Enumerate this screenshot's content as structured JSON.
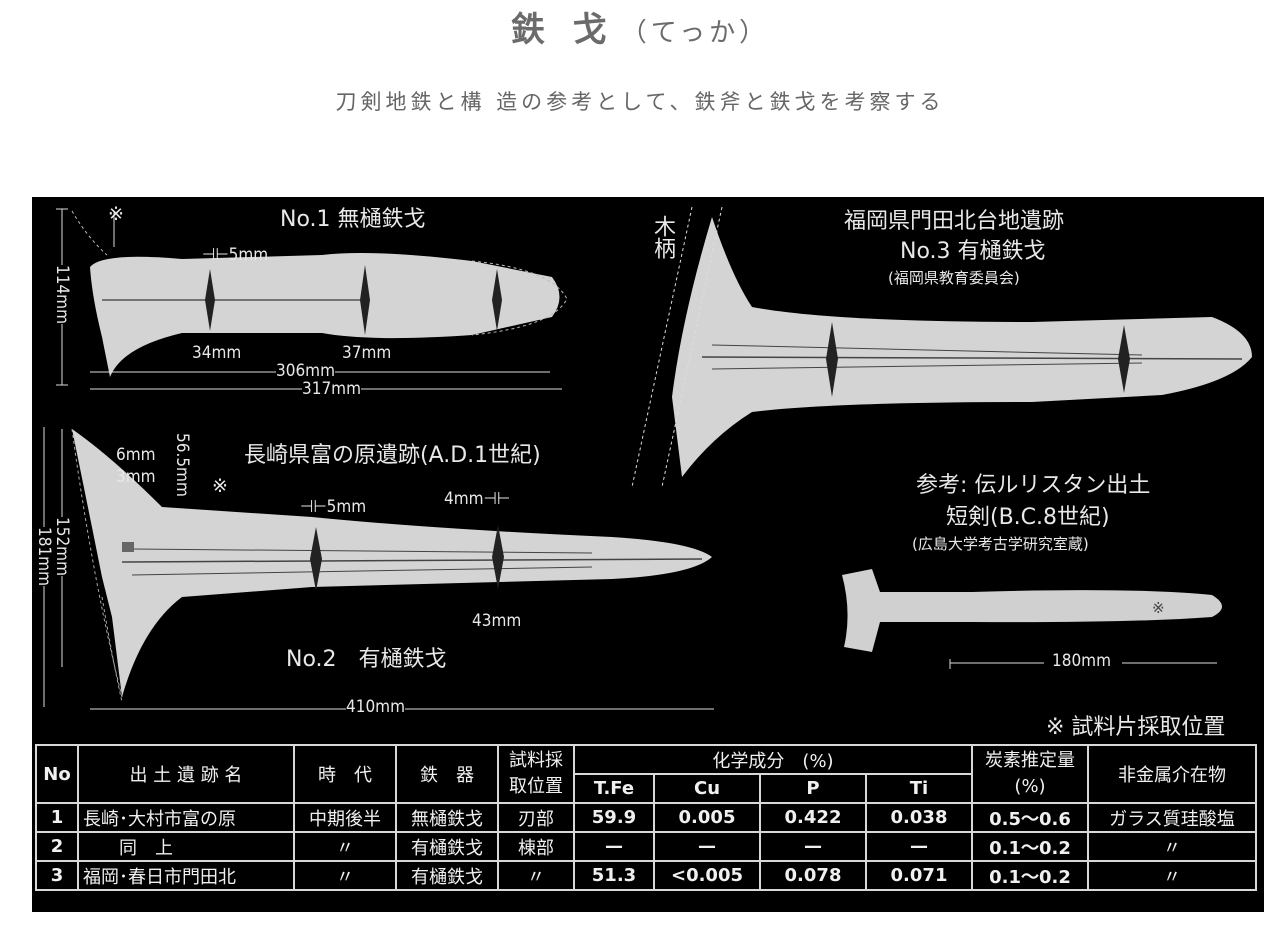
{
  "header": {
    "title": "鉄 戈",
    "title_kana": "（てっか）",
    "subtitle": "刀剣地鉄と構 造の参考として、鉄斧と鉄戈を考察する"
  },
  "figure": {
    "no1": {
      "title": "No.1 無樋鉄戈",
      "dim_thick": "⊣⊢5mm",
      "dim_w1": "34mm",
      "dim_w2": "37mm",
      "dim_len1": "306mm",
      "dim_len2": "317mm",
      "dim_h": "114mm",
      "mark": "※"
    },
    "no2": {
      "site": "長崎県富の原遺跡(A.D.1世紀)",
      "title": "No.2　有樋鉄戈",
      "dim_6": "6mm",
      "dim_3": "3mm",
      "dim_565": "56.5mm",
      "dim_thick": "⊣⊢5mm",
      "dim_4": "4mm⊣⊢",
      "dim_43": "43mm",
      "dim_410": "410mm",
      "dim_152": "152mm",
      "dim_181": "181mm",
      "mark": "※"
    },
    "no3": {
      "site": "福岡県門田北台地遺跡",
      "title": "No.3 有樋鉄戈",
      "source": "(福岡県教育委員会)",
      "handle_label": "木柄"
    },
    "ref": {
      "line1": "参考: 伝ルリスタン出土",
      "line2": "短剣(B.C.8世紀)",
      "line3": "(広島大学考古学研究室蔵)",
      "dim_180": "180mm",
      "mark": "※"
    },
    "legend": "※ 試料片採取位置"
  },
  "table": {
    "headers": {
      "no": "No",
      "site": "出 土 遺 跡 名",
      "era": "時　代",
      "tool": "鉄　器",
      "sample": "試料採取位置",
      "chem": "化学成分　(%)",
      "tfe": "T.Fe",
      "cu": "Cu",
      "p": "P",
      "ti": "Ti",
      "carbon": "炭素推定量(%)",
      "inclusion": "非金属介在物"
    },
    "rows": [
      {
        "no": "1",
        "site": "長崎･大村市富の原",
        "era": "中期後半",
        "tool": "無樋鉄戈",
        "sample": "刃部",
        "tfe": "59.9",
        "cu": "0.005",
        "p": "0.422",
        "ti": "0.038",
        "carbon": "0.5〜0.6",
        "inclusion": "ガラス質珪酸塩"
      },
      {
        "no": "2",
        "site": "　　同　上",
        "era": "〃",
        "tool": "有樋鉄戈",
        "sample": "棟部",
        "tfe": "—",
        "cu": "—",
        "p": "—",
        "ti": "—",
        "carbon": "0.1〜0.2",
        "inclusion": "〃"
      },
      {
        "no": "3",
        "site": "福岡･春日市門田北",
        "era": "〃",
        "tool": "有樋鉄戈",
        "sample": "〃",
        "tfe": "51.3",
        "cu": "<0.005",
        "p": "0.078",
        "ti": "0.071",
        "carbon": "0.1〜0.2",
        "inclusion": "〃"
      }
    ]
  }
}
